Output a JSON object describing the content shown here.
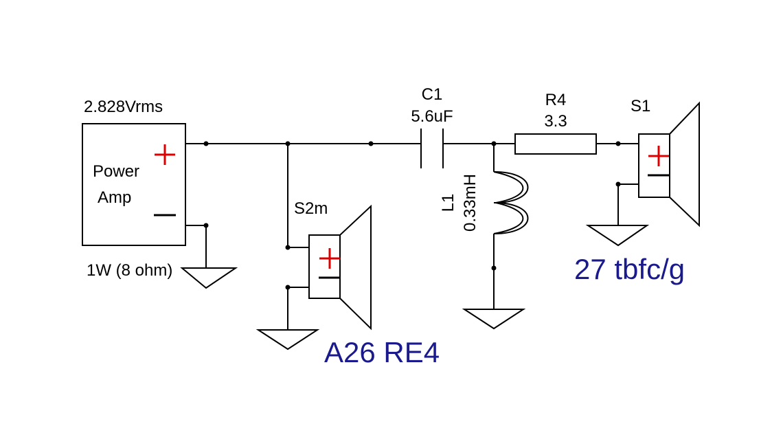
{
  "amp": {
    "voltage": "2.828Vrms",
    "name_line1": "Power",
    "name_line2": "Amp",
    "rating": "1W (8 ohm)"
  },
  "c1": {
    "ref": "C1",
    "value": "5.6uF"
  },
  "r4": {
    "ref": "R4",
    "value": "3.3"
  },
  "l1": {
    "ref": "L1",
    "value": "0.33mH"
  },
  "s1": {
    "ref": "S1",
    "model": "27 tbfc/g"
  },
  "s2m": {
    "ref": "S2m",
    "model": "A26 RE4"
  },
  "colors": {
    "plus": "#dd0000",
    "model_text": "#1a1a8c",
    "wire": "#000000"
  }
}
